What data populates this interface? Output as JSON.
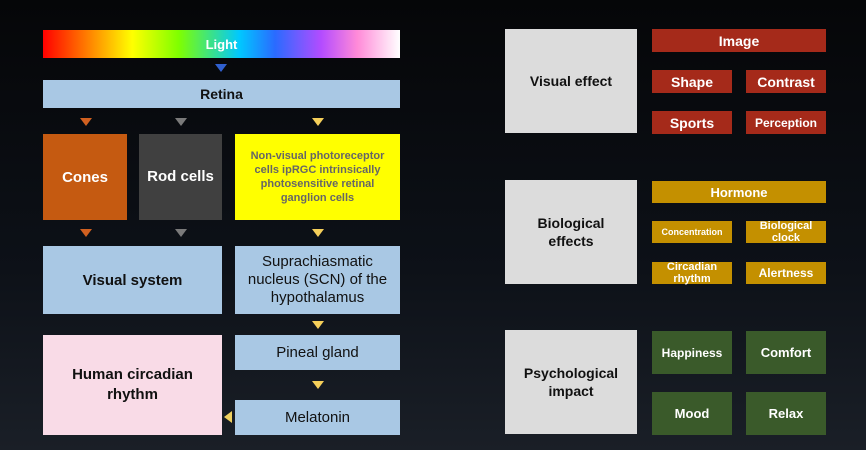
{
  "left": {
    "light": "Light",
    "retina": "Retina",
    "cones": "Cones",
    "rod_cells": "Rod cells",
    "non_visual": "Non-visual photoreceptor cells ipRGC intrinsically photosensitive retinal ganglion cells",
    "visual_system": "Visual system",
    "scn": "Suprachiasmatic nucleus (SCN) of the hypothalamus",
    "circadian": "Human circadian rhythm",
    "pineal": "Pineal gland",
    "melatonin": "Melatonin"
  },
  "right": {
    "visual_effect": {
      "title": "Visual effect",
      "header": "Image",
      "items": [
        "Shape",
        "Contrast",
        "Sports",
        "Perception"
      ]
    },
    "biological": {
      "title": "Biological effects",
      "header": "Hormone",
      "items": [
        "Concentration",
        "Biological clock",
        "Circadian rhythm",
        "Alertness"
      ]
    },
    "psychological": {
      "title": "Psychological impact",
      "items": [
        "Happiness",
        "Comfort",
        "Mood",
        "Relax"
      ]
    }
  },
  "colors": {
    "light_blue": "#a9c8e4",
    "cones": "#c55a11",
    "rod": "#404040",
    "yellow": "#ffff00",
    "pink": "#f9dbe7",
    "red": "#a52a1a",
    "gold": "#c49000",
    "green": "#3a5a2a"
  }
}
